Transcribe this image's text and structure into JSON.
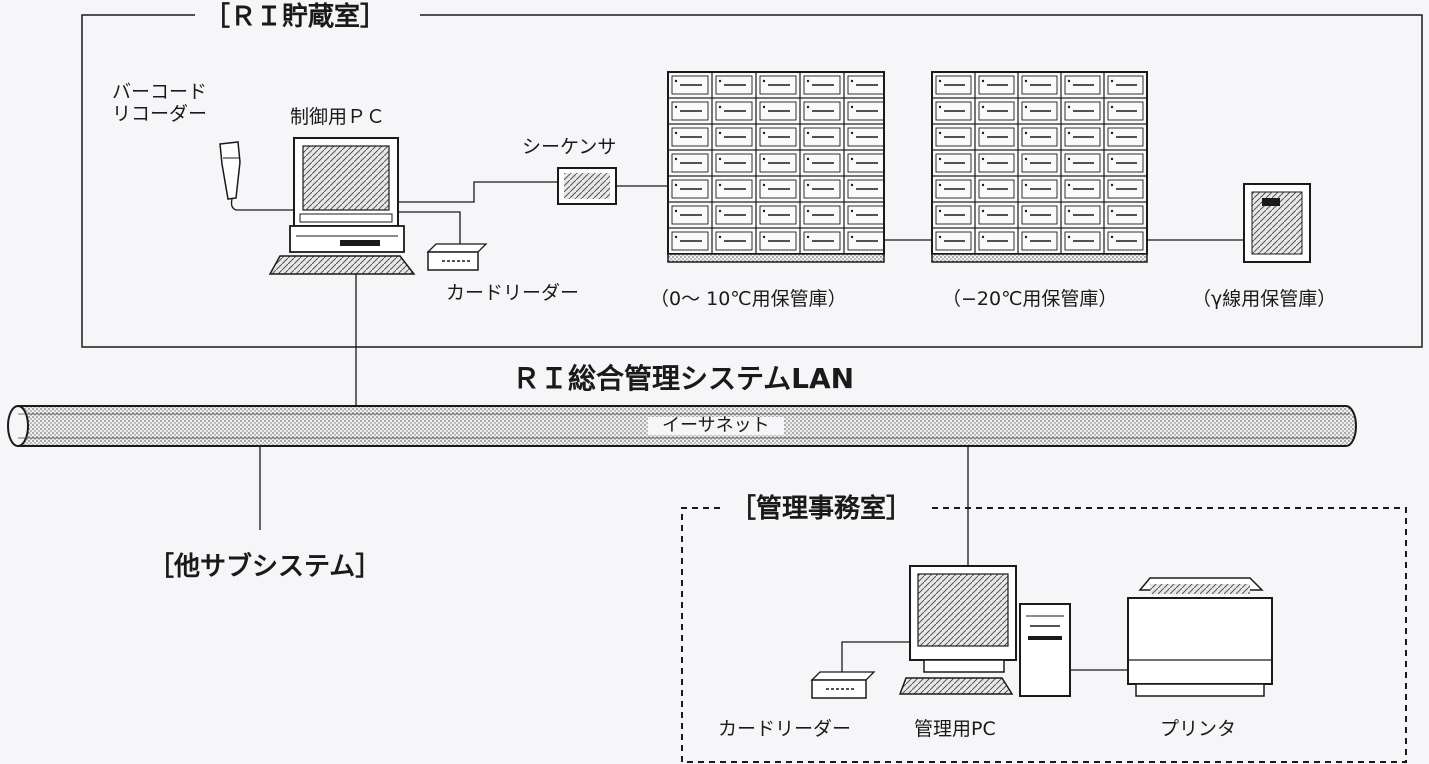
{
  "storage_room": {
    "title": "［ＲＩ貯蔵室］",
    "barcode_reader": "バーコード\nリコーダー",
    "control_pc": "制御用ＰＣ",
    "sequencer": "シーケンサ",
    "card_reader": "カードリーダー",
    "cabinet_0_10": "（0～ 10℃用保管庫）",
    "cabinet_minus20": "（−20℃用保管庫）",
    "cabinet_gamma": "（γ線用保管庫）"
  },
  "network": {
    "title": "ＲＩ総合管理システムLAN",
    "cable_label": "イーサネット",
    "other_subsystem": "［他サブシステム］"
  },
  "admin_office": {
    "title": "［管理事務室］",
    "card_reader": "カードリーダー",
    "admin_pc": "管理用PC",
    "printer": "プリンタ"
  },
  "colors": {
    "background": "#f6f6f8",
    "line": "#1a1a1a",
    "screen_pattern": "#bdbdbd"
  }
}
